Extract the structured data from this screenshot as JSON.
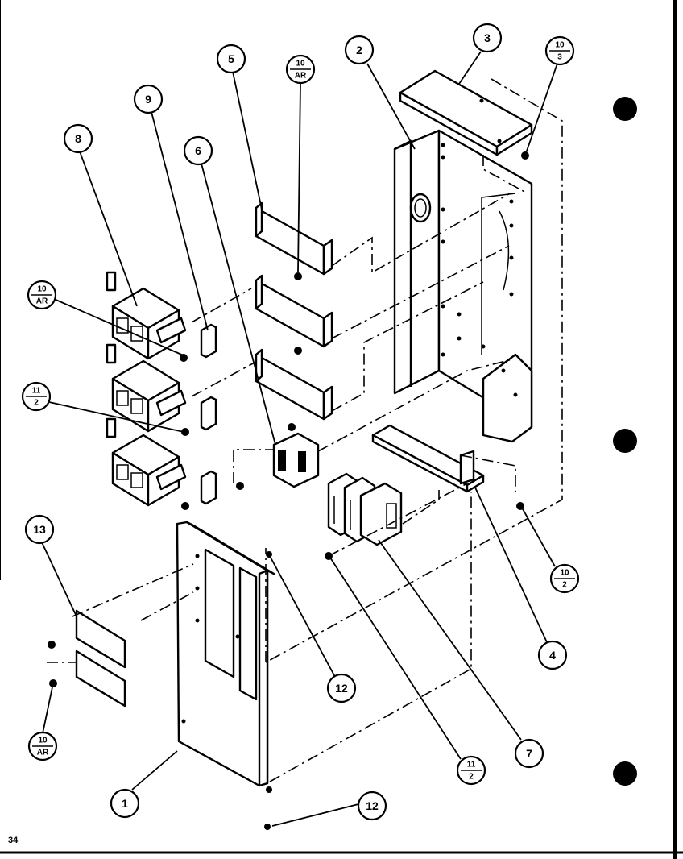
{
  "page_number": "34",
  "callouts": {
    "c1": "1",
    "c2": "2",
    "c3": "3",
    "c4": "4",
    "c5": "5",
    "c6": "6",
    "c7": "7",
    "c8": "8",
    "c9": "9",
    "c12a": "12",
    "c12b": "12",
    "c13": "13"
  },
  "fraction_callouts": {
    "f_10_3": {
      "top": "10",
      "bottom": "3"
    },
    "f_10_ar_top": {
      "top": "10",
      "bottom": "AR"
    },
    "f_10_ar_left": {
      "top": "10",
      "bottom": "AR"
    },
    "f_11_2_left": {
      "top": "11",
      "bottom": "2"
    },
    "f_10_2": {
      "top": "10",
      "bottom": "2"
    },
    "f_11_2_bottom": {
      "top": "11",
      "bottom": "2"
    },
    "f_10_ar_bottom": {
      "top": "10",
      "bottom": "AR"
    }
  }
}
